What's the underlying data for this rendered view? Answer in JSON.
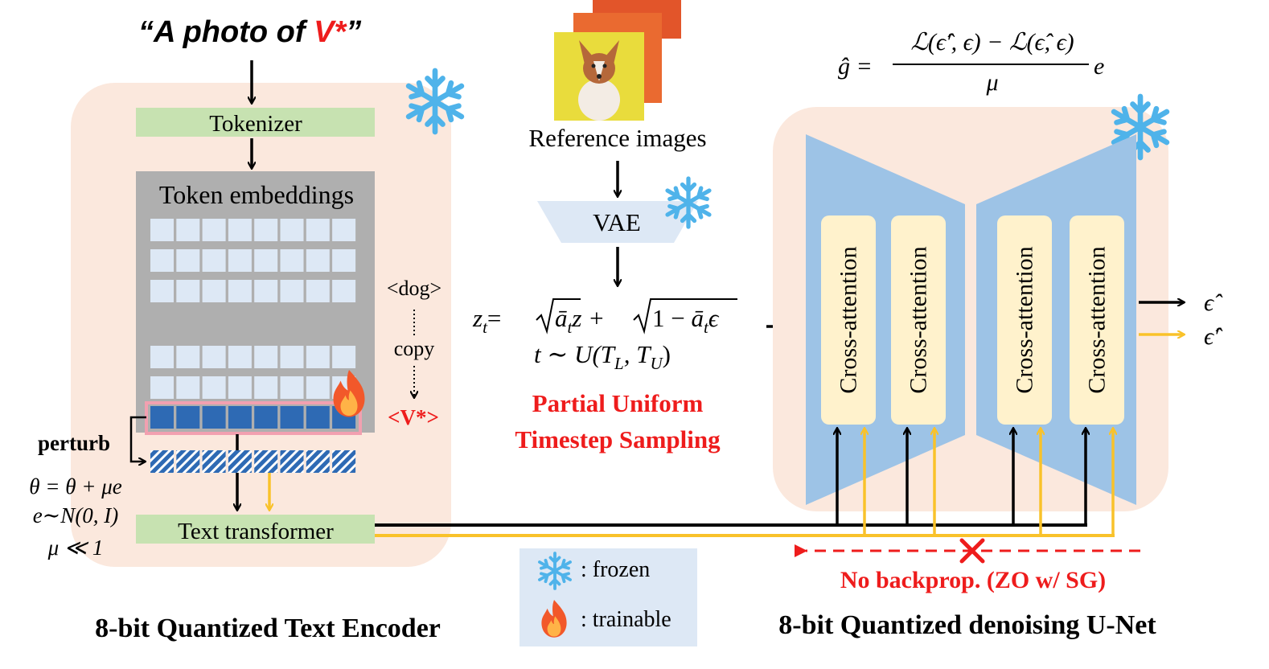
{
  "prompt": {
    "open": "“A photo of ",
    "token": "V*",
    "close": "”"
  },
  "text_encoder": {
    "tokenizer": "Tokenizer",
    "token_embeddings": "Token embeddings",
    "dog_token": "<dog>",
    "copy": "copy",
    "v_token": "<V*>",
    "perturb": "perturb",
    "eq_update": "θ = θ + μe",
    "eq_noise": "e∼N(0, I)",
    "eq_mu": "μ ≪ 1",
    "text_transformer": "Text transformer",
    "title": "8-bit Quantized Text Encoder"
  },
  "middle": {
    "reference_images": "Reference images",
    "vae": "VAE",
    "zt_lhs": "z",
    "zt_sub": "t",
    "zt_eq": "= ",
    "zt_term1": "ā",
    "zt_term1_sub": "t",
    "zt_z": "z + ",
    "zt_term2_pre": "1 − ",
    "zt_term2": "ā",
    "zt_term2_sub": "t",
    "zt_eps": "ϵ",
    "t_dist": "t ∼ U(T",
    "t_l": "L",
    "t_sep": ", T",
    "t_u": "U",
    "t_close": ")",
    "sampling_line1": "Partial Uniform",
    "sampling_line2": "Timestep Sampling"
  },
  "gradient": {
    "lhs": "ĝ =",
    "numerator": "ℒ(ϵ̂′, ϵ) − ℒ(ϵ̂, ϵ)",
    "denominator": "μ",
    "rhs": "e"
  },
  "unet": {
    "blocks": [
      "Cross-attention",
      "Cross-attention",
      "Cross-attention",
      "Cross-attention"
    ],
    "out_eps": "ϵ̂",
    "out_eps_prime": "ϵ̂′",
    "title": "8-bit Quantized denoising U-Net",
    "no_backprop": "No backprop. (ZO w/ SG)"
  },
  "legend": {
    "frozen": ": frozen",
    "trainable": ": trainable"
  },
  "colors": {
    "panel_bg": "#fbe8dd",
    "green": "#c7e2b1",
    "gray": "#afafaf",
    "cell": "#dde8f5",
    "cell_dark": "#2e6ab4",
    "blue_trap": "#9dc3e6",
    "yellow": "#f9c22a",
    "red": "#ee1c1c",
    "snow": "#4fb3ea",
    "cross_box": "#fff2cc"
  }
}
